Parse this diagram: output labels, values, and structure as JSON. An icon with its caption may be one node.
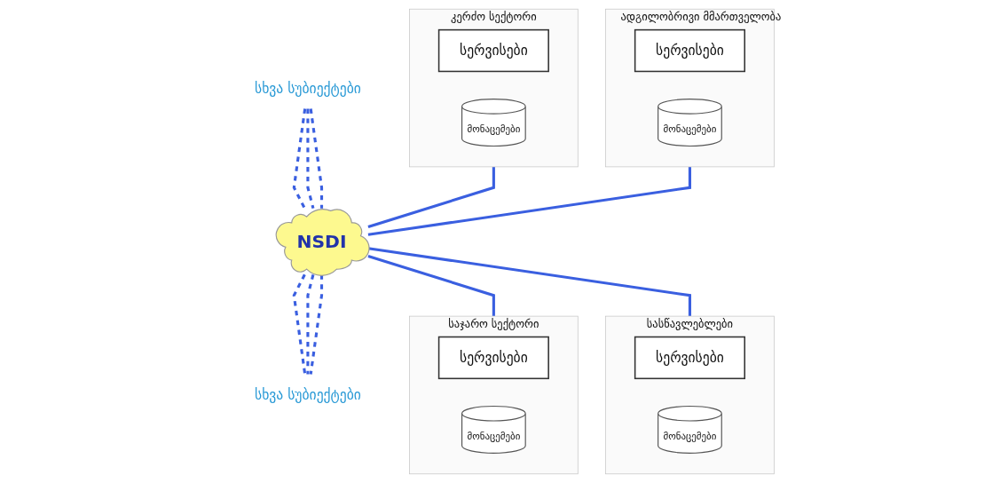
{
  "diagram": {
    "nodes": [
      {
        "text": [
          "კერძო სექტორი"
        ]
      },
      {
        "text": [
          "სერვისები"
        ],
        "in": 0
      },
      {
        "text": [
          "მონაცემები"
        ],
        "in": 0
      },
      {
        "text": [
          "სხვა სუბიექტები"
        ]
      },
      {
        "text": [
          "ადგილობრივი მმართველობა"
        ]
      },
      {
        "text": [
          "სერვისები"
        ],
        "in": 4
      },
      {
        "text": [
          "მონაცემები"
        ],
        "in": 4
      },
      {
        "text": [
          "NSDI"
        ]
      },
      {
        "text": [
          "საჯარო სექტორი"
        ]
      },
      {
        "text": [
          "სერვისები"
        ],
        "in": 8
      },
      {
        "text": [
          "მონაცემები"
        ],
        "in": 8
      },
      {
        "text": [
          "სხვა სუბიექტები"
        ]
      },
      {
        "text": [
          "სასწავლებლები"
        ]
      },
      {
        "text": [
          "სერვისები"
        ],
        "in": 12
      },
      {
        "text": [
          "მონაცემები"
        ],
        "in": 12
      }
    ],
    "edges": [
      {
        "from": 0,
        "to": 7,
        "arrow": "none"
      },
      {
        "from": 3,
        "to": 7,
        "arrow": "none",
        "style": "dashed"
      },
      {
        "from": 3,
        "to": 7,
        "arrow": "none",
        "style": "dashed"
      },
      {
        "from": 3,
        "to": 7,
        "arrow": "none",
        "style": "dashed"
      },
      {
        "from": 4,
        "to": 7,
        "arrow": "none"
      },
      {
        "from": 7,
        "to": 8,
        "arrow": "none"
      },
      {
        "from": 7,
        "to": 11,
        "arrow": "none",
        "style": "dashed"
      },
      {
        "from": 7,
        "to": 11,
        "arrow": "none",
        "style": "dashed"
      },
      {
        "from": 7,
        "to": 11,
        "arrow": "none",
        "style": "dashed"
      },
      {
        "from": 7,
        "to": 12,
        "arrow": "none"
      }
    ]
  }
}
